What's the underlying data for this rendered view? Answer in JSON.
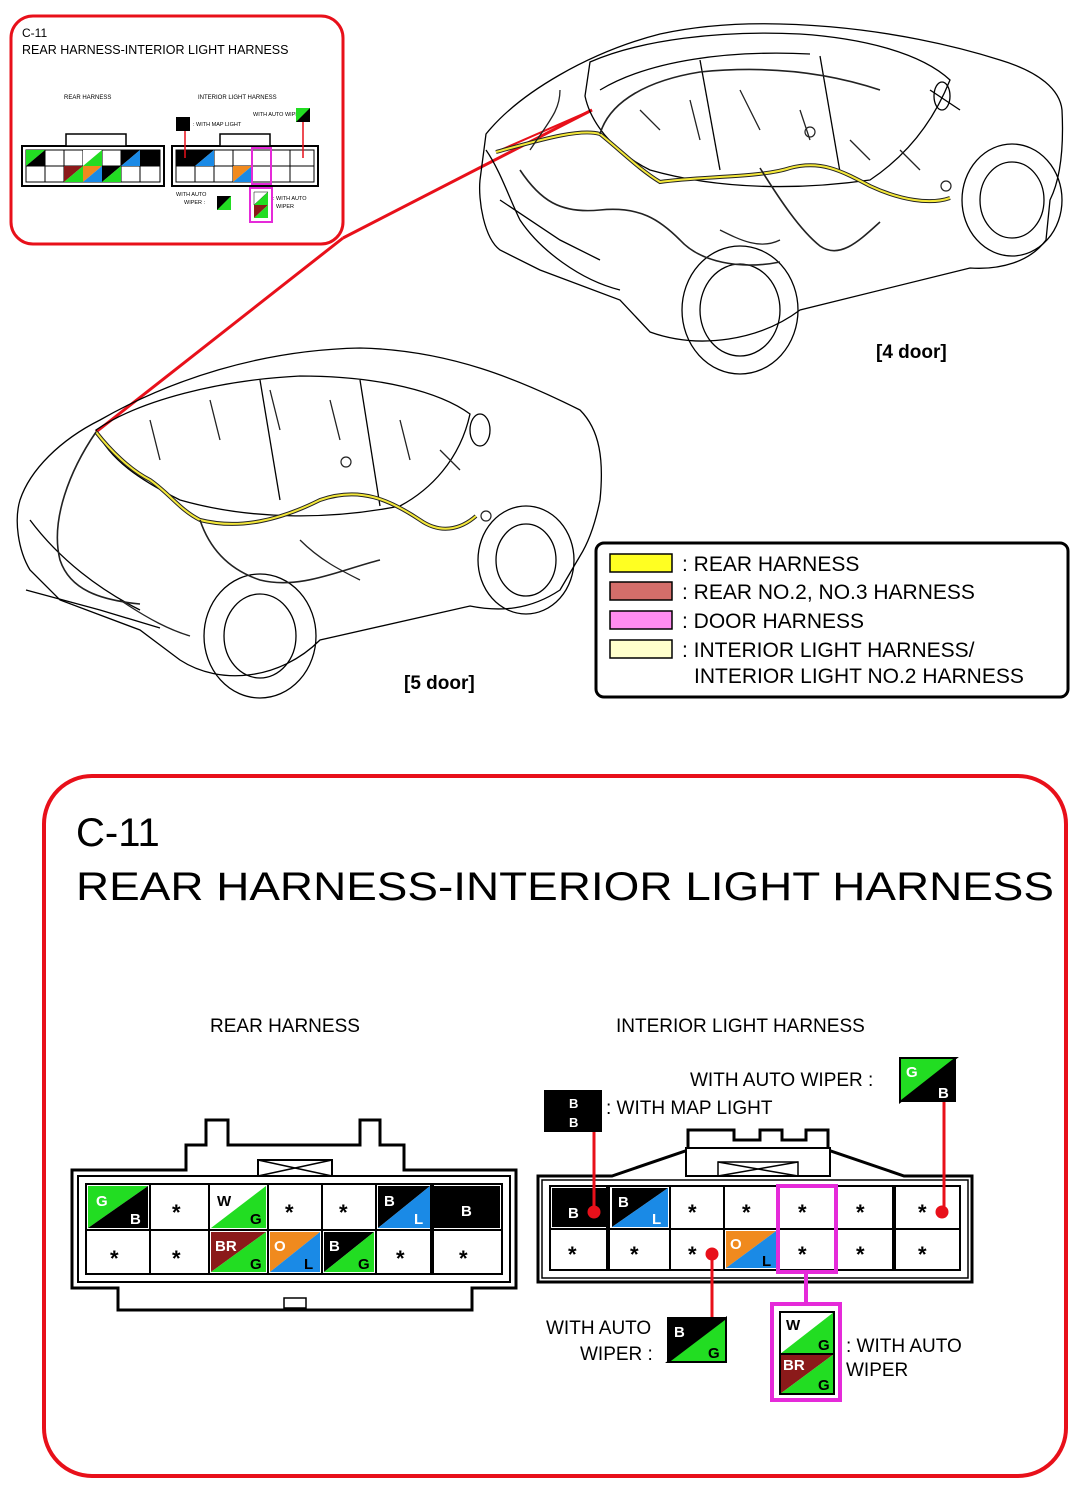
{
  "inset": {
    "code": "C-11",
    "title": "REAR HARNESS-INTERIOR LIGHT HARNESS",
    "rear_label": "REAR HARNESS",
    "interior_label": "INTERIOR LIGHT HARNESS",
    "with_auto_wiper": "WITH AUTO WIPER :",
    "with_map_light": ": WITH MAP LIGHT",
    "with_auto_wiper_2a": "WITH AUTO",
    "with_auto_wiper_2b": "WIPER :",
    "with_auto_wiper_3a": ": WITH AUTO",
    "with_auto_wiper_3b": "WIPER"
  },
  "views": {
    "four_door": "[4 door]",
    "five_door": "[5 door]"
  },
  "legend": {
    "items": [
      {
        "color": "#ffff22",
        "label": ": REAR HARNESS"
      },
      {
        "color": "#d46e6a",
        "label": ": REAR NO.2, NO.3 HARNESS"
      },
      {
        "color": "#ff8cf0",
        "label": ": DOOR HARNESS"
      },
      {
        "color": "#ffffcc",
        "label": ": INTERIOR LIGHT HARNESS/",
        "label2": "INTERIOR LIGHT NO.2 HARNESS"
      }
    ]
  },
  "connector": {
    "code": "C-11",
    "title": "REAR HARNESS-INTERIOR LIGHT HARNESS",
    "rear_label": "REAR HARNESS",
    "interior_label": "INTERIOR LIGHT HARNESS",
    "with_auto_wiper_top": "WITH AUTO WIPER :",
    "with_map_light": ": WITH MAP LIGHT",
    "with_auto_wiper_left_1": "WITH AUTO",
    "with_auto_wiper_left_2": "WIPER :",
    "with_auto_wiper_right_1": ": WITH AUTO",
    "with_auto_wiper_right_2": "WIPER",
    "star": "*",
    "colors": {
      "G": "#22dd22",
      "B": "#000000",
      "L": "#1a8ae6",
      "O": "#f08a1e",
      "BR": "#8b1a1a",
      "W": "#ffffff"
    },
    "rear_pins": {
      "top": [
        [
          "G",
          "B"
        ],
        "*",
        [
          "W",
          "G"
        ],
        "*",
        "*",
        [
          "B",
          "L"
        ],
        "B"
      ],
      "bottom": [
        "*",
        "*",
        [
          "BR",
          "G"
        ],
        [
          "O",
          "L"
        ],
        [
          "B",
          "G"
        ],
        "*",
        "*"
      ]
    },
    "interior_pins": {
      "top": [
        "B",
        [
          "B",
          "L"
        ],
        "*",
        "*",
        "*",
        "*",
        "*"
      ],
      "bottom": [
        "*",
        "*",
        "*",
        [
          "O",
          "L"
        ],
        "*",
        "*",
        "*"
      ]
    },
    "callout_map_light": {
      "top": "B",
      "bottom": "B"
    },
    "callout_auto_wiper_top": [
      "G",
      "B"
    ],
    "callout_auto_wiper_left": [
      "B",
      "G"
    ],
    "callout_auto_wiper_right": [
      [
        "W",
        "G"
      ],
      [
        "BR",
        "G"
      ]
    ]
  }
}
